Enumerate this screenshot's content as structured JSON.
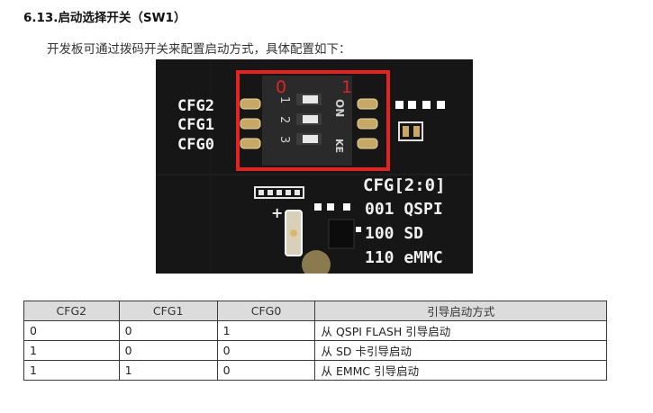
{
  "section": {
    "number": "6.13.",
    "title": "启动选择开关（SW1）"
  },
  "intro": "开发板可通过拨码开关来配置启动方式，具体配置如下：",
  "photo": {
    "switch_marks": {
      "left": "0",
      "right": "1"
    },
    "pin_labels": [
      "CFG2",
      "CFG1",
      "CFG0"
    ],
    "position_numbers": [
      "1",
      "2",
      "3"
    ],
    "on_label": "ON",
    "ke_label": "KE",
    "silk": {
      "cfg": "CFG[2:0]",
      "row1": "001 QSPI",
      "row2": "100 SD",
      "row3": "110 eMMC",
      "plus": "+"
    },
    "highlight_color": "#e32222"
  },
  "table": {
    "headers": [
      "CFG2",
      "CFG1",
      "CFG0",
      "引导启动方式"
    ],
    "rows": [
      [
        "0",
        "0",
        "1",
        "从 QSPI FLASH 引导启动"
      ],
      [
        "1",
        "0",
        "0",
        "从 SD 卡引导启动"
      ],
      [
        "1",
        "1",
        "0",
        "从 EMMC 引导启动"
      ]
    ]
  }
}
